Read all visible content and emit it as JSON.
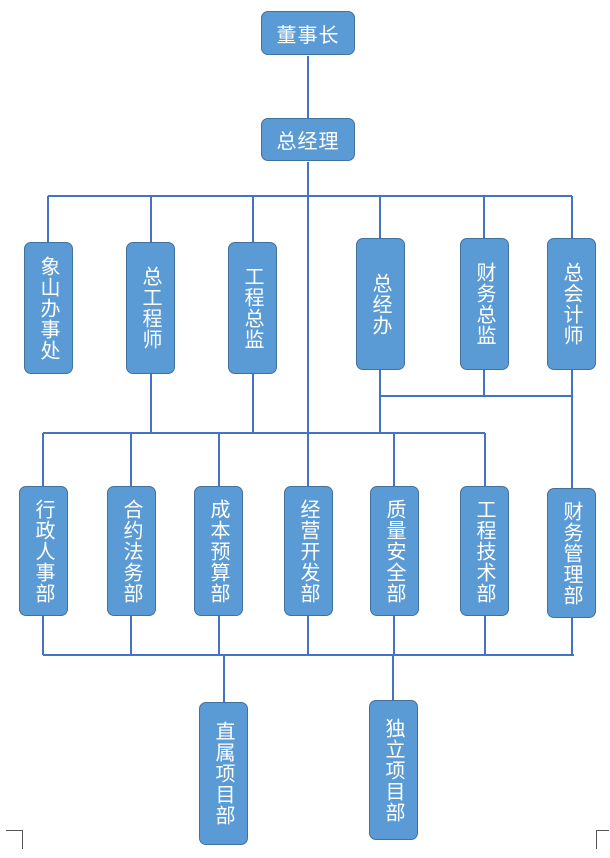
{
  "nodes": {
    "chairman": "董事长",
    "general_manager": "总经理",
    "xiangshan_office": "象山办事处",
    "chief_engineer": "总工程师",
    "engineering_director": "工程总监",
    "gm_office": "总经办",
    "finance_director": "财务总监",
    "chief_accountant": "总会计师",
    "admin_hr": "行政人事部",
    "contract_legal": "合约法务部",
    "cost_budget": "成本预算部",
    "business_development": "经营开发部",
    "quality_safety": "质量安全部",
    "engineering_tech": "工程技术部",
    "finance_management": "财务管理部",
    "direct_projects": "直属项目部",
    "independent_projects": "独立项目部"
  },
  "colors": {
    "box_fill": "#5b9bd5",
    "box_border": "#41719c",
    "connector": "#4472c4",
    "text": "#ffffff"
  }
}
